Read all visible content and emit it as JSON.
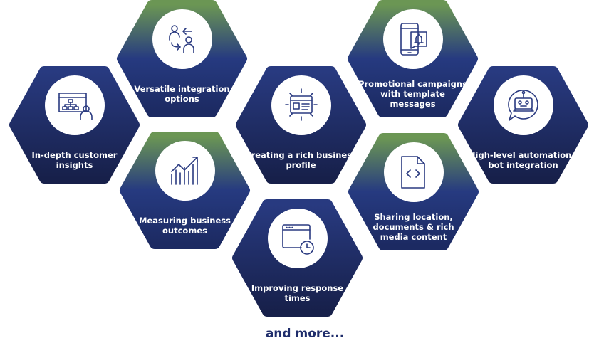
{
  "features": [
    {
      "label": "In-depth customer insights",
      "icon": "org-chart-presenter-icon",
      "style": "navy"
    },
    {
      "label": "Versatile integration options",
      "icon": "people-exchange-icon",
      "style": "green"
    },
    {
      "label": "Measuring business outcomes",
      "icon": "growth-chart-icon",
      "style": "green"
    },
    {
      "label": "Creating a rich business profile",
      "icon": "profile-page-icon",
      "style": "navy"
    },
    {
      "label": "Improving response times",
      "icon": "window-clock-icon",
      "style": "navy"
    },
    {
      "label": "Promotional campaigns with template messages",
      "icon": "phone-notification-icon",
      "style": "green"
    },
    {
      "label": "Sharing location, documents & rich media content",
      "icon": "code-document-icon",
      "style": "green"
    },
    {
      "label": "High-level automation - bot integration",
      "icon": "chatbot-icon",
      "style": "navy"
    }
  ],
  "footer": {
    "text": "and more..."
  },
  "colors": {
    "green": "#6b9654",
    "navy_top": "#283a80",
    "navy_bottom": "#17204a",
    "text_navy": "#1f2d6b"
  }
}
